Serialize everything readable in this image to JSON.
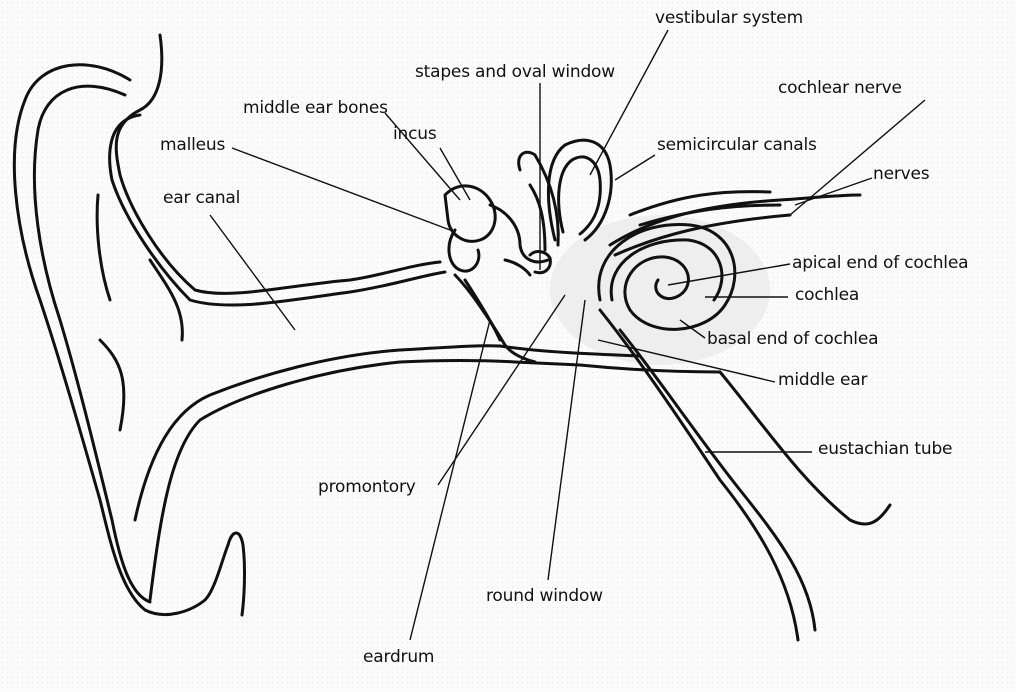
{
  "labels": {
    "vestibular_system": "vestibular system",
    "stapes_oval_window": "stapes and oval window",
    "cochlear_nerve": "cochlear nerve",
    "middle_ear_bones": "middle ear bones",
    "incus": "incus",
    "malleus": "malleus",
    "semicircular_canals": "semicircular canals",
    "nerves": "nerves",
    "ear_canal": "ear canal",
    "apical_end": "apical end of cochlea",
    "cochlea": "cochlea",
    "basal_end": "basal end of cochlea",
    "middle_ear": "middle ear",
    "eustachian_tube": "eustachian tube",
    "promontory": "promontory",
    "round_window": "round window",
    "eardrum": "eardrum"
  }
}
